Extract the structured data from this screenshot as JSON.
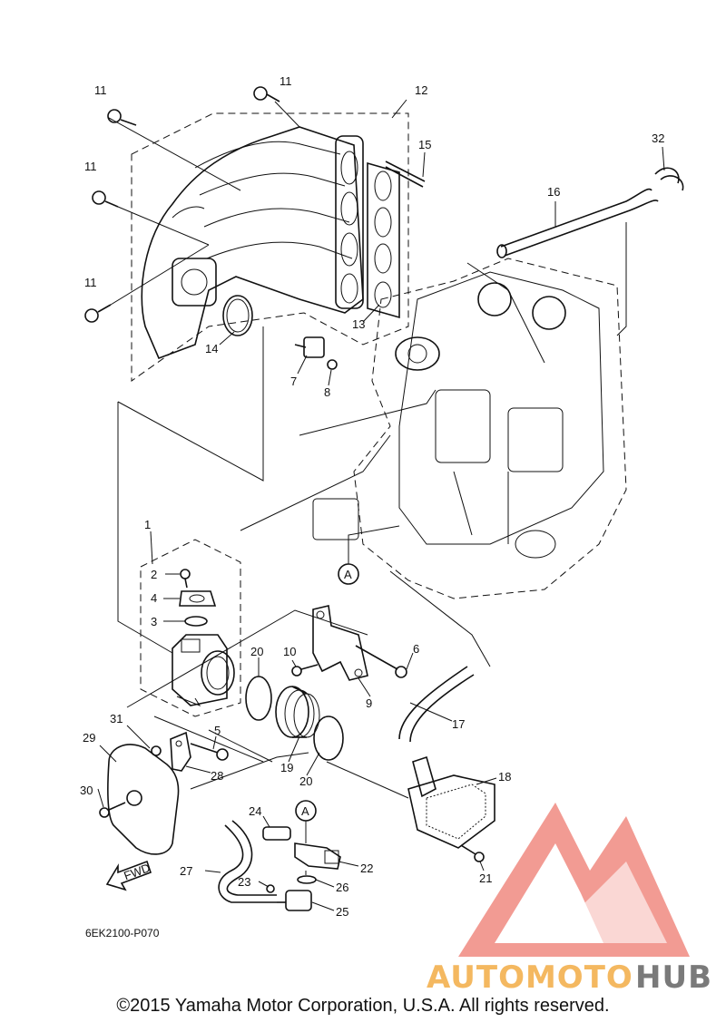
{
  "diagram_code": "6EK2100-P070",
  "fwd_label": "FWD",
  "copyright": "©2015 Yamaha Motor Corporation, U.S.A. All rights reserved.",
  "watermark": {
    "part1": "AUTOMOTO",
    "part2": "HUB",
    "color_red": "#f08a80",
    "color_orange": "#f4b860",
    "color_gray": "#7a7a7a"
  },
  "callouts": {
    "n11a": "11",
    "n11b": "11",
    "n12": "12",
    "n11c": "11",
    "n15": "15",
    "n32": "32",
    "n16": "16",
    "n11d": "11",
    "n13": "13",
    "n14": "14",
    "n7": "7",
    "n8": "8",
    "n1": "1",
    "n2": "2",
    "n4": "4",
    "n3": "3",
    "n6": "6",
    "n10": "10",
    "n20a": "20",
    "n9": "9",
    "n17": "17",
    "n31": "31",
    "n5": "5",
    "n29": "29",
    "n28": "28",
    "n19": "19",
    "n20b": "20",
    "n18": "18",
    "n30": "30",
    "n24": "24",
    "n22": "22",
    "n27": "27",
    "n23": "23",
    "n26": "26",
    "n21": "21",
    "n25": "25"
  },
  "ref_marks": {
    "a1": "A",
    "a2": "A"
  }
}
